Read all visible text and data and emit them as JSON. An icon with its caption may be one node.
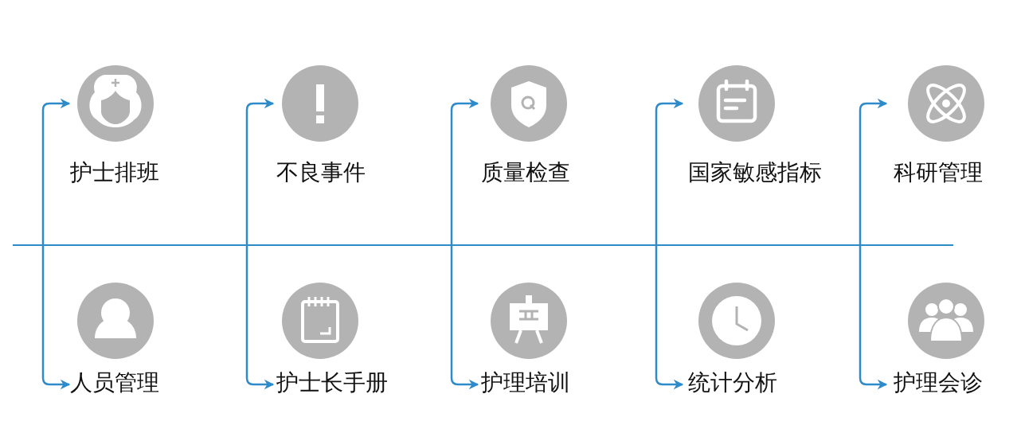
{
  "diagram": {
    "nodes": [
      {
        "text": [],
        "shape": "bar"
      },
      {
        "text": [
          "护士排班"
        ]
      },
      {
        "text": [
          "不良事件"
        ]
      },
      {
        "text": [
          "质量检查"
        ]
      },
      {
        "text": [
          "国家敏感指标"
        ]
      },
      {
        "text": [
          "科研管理"
        ]
      },
      {
        "text": [
          "人员管理"
        ]
      },
      {
        "text": [
          "护士长手册"
        ]
      },
      {
        "text": [
          "护理培训"
        ]
      },
      {
        "text": [
          "统计分析"
        ]
      },
      {
        "text": [
          "护理会诊"
        ]
      }
    ],
    "edges": [
      {
        "from": 0,
        "to": 1,
        "arrow": "to"
      },
      {
        "from": 0,
        "to": 2,
        "arrow": "to"
      },
      {
        "from": 0,
        "to": 3,
        "arrow": "to"
      },
      {
        "from": 0,
        "to": 4,
        "arrow": "to"
      },
      {
        "from": 0,
        "to": 5,
        "arrow": "to"
      },
      {
        "from": 0,
        "to": 6,
        "arrow": "to"
      },
      {
        "from": 0,
        "to": 7,
        "arrow": "to"
      },
      {
        "from": 0,
        "to": 8,
        "arrow": "to"
      },
      {
        "from": 0,
        "to": 9,
        "arrow": "to"
      },
      {
        "from": 0,
        "to": 10,
        "arrow": "to"
      }
    ]
  }
}
